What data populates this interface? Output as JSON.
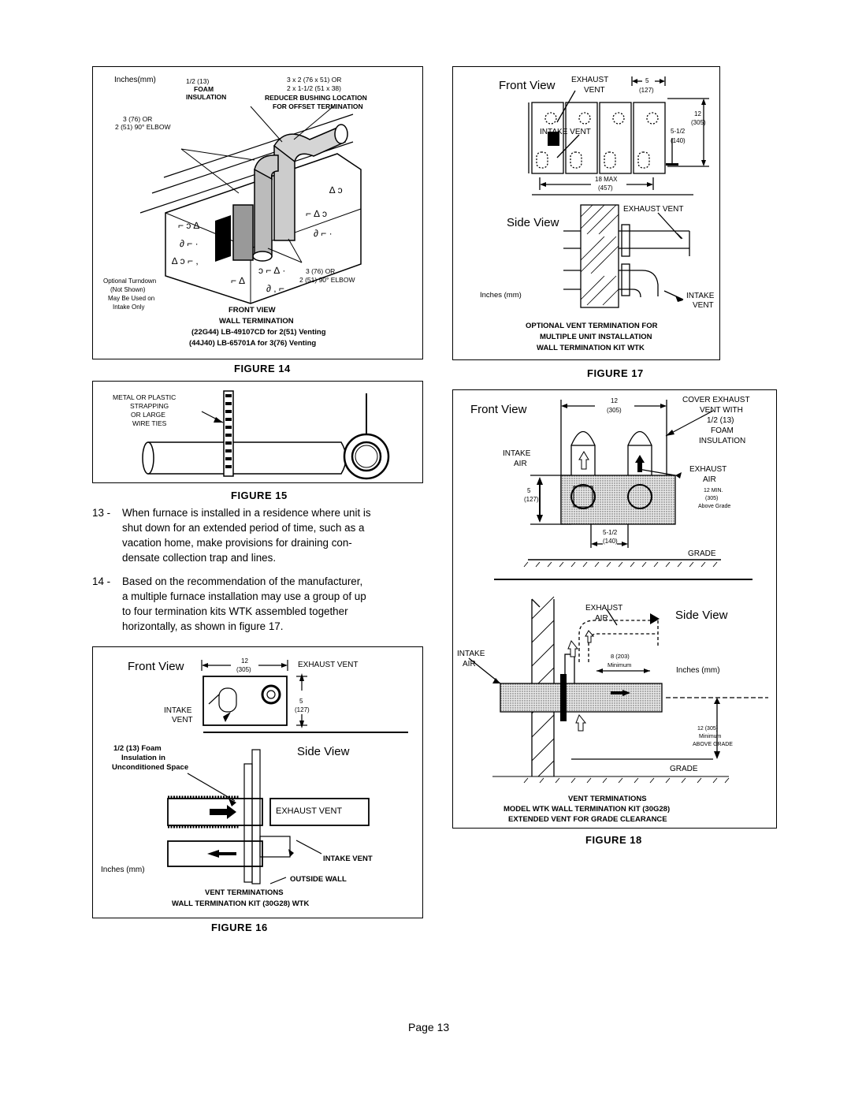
{
  "figure14": {
    "inches_mm": "Inches(mm)",
    "foam_1": "1/2 (13)",
    "foam_2": "FOAM",
    "foam_3": "INSULATION",
    "reducer_1": "3 x 2 (76 x 51) OR",
    "reducer_2": "2 x 1-1/2 (51 x 38)",
    "reducer_3": "REDUCER BUSHING LOCATION",
    "reducer_4": "FOR OFFSET TERMINATION",
    "elbow_top_1": "3 (76) OR",
    "elbow_top_2": "2 (51) 90° ELBOW",
    "elbow_bot_1": "3 (76) OR",
    "elbow_bot_2": "2 (51) 90° ELBOW",
    "turndown_1": "Optional Turndown",
    "turndown_2": "(Not Shown)",
    "turndown_3": "May Be Used on",
    "turndown_4": "Intake Only",
    "front_view": "FRONT VIEW",
    "wall_term": "WALL TERMINATION",
    "venting_1": "(22G44) LB-49107CD for 2(51) Venting",
    "venting_2": "(44J40) LB-65701A for 3(76) Venting",
    "caption": "FIGURE 14"
  },
  "figure15": {
    "label_1": "METAL OR PLASTIC",
    "label_2": "STRAPPING",
    "label_3": "OR LARGE",
    "label_4": "WIRE TIES",
    "caption": "FIGURE 15"
  },
  "paragraphs": {
    "p13_num": "13 -",
    "p13_l1": "When furnace is installed in a residence where unit is",
    "p13_l2": "shut down for an extended period of time, such as a",
    "p13_l3": "vacation home, make provisions for draining con-",
    "p13_l4": "densate collection trap and lines.",
    "p14_num": "14 -",
    "p14_l1": "Based on the recommendation of the manufacturer,",
    "p14_l2": "a multiple furnace installation may use a group of up",
    "p14_l3": "to four termination kits WTK assembled together",
    "p14_l4": "horizontally, as shown in figure 17."
  },
  "figure16": {
    "front_view": "Front View",
    "dim_12": "12",
    "dim_305": "(305)",
    "exhaust_vent": "EXHAUST VENT",
    "intake_1": "INTAKE",
    "intake_2": "VENT",
    "dim_5": "5",
    "dim_127": "(127)",
    "foam_1": "1/2 (13) Foam",
    "foam_2": "Insulation in",
    "foam_3": "Unconditioned Space",
    "side_view": "Side View",
    "exhaust_box": "EXHAUST VENT",
    "intake_vent": "INTAKE VENT",
    "inches_mm": "Inches (mm)",
    "outside_wall": "OUTSIDE WALL",
    "vent_term": "VENT TERMINATIONS",
    "wall_kit": "WALL TERMINATION KIT (30G28) WTK",
    "caption": "FIGURE 16"
  },
  "figure17": {
    "front_view": "Front View",
    "exhaust_1": "EXHAUST",
    "exhaust_2": "VENT",
    "dim_5": "5",
    "dim_127": "(127)",
    "intake_vent": "INTAKE VENT",
    "dim_12": "12",
    "dim_305": "(305)",
    "dim_512": "5-1/2",
    "dim_140": "(140)",
    "dim_18max": "18 MAX",
    "dim_457": "(457)",
    "side_view": "Side View",
    "exhaust_vent": "EXHAUST VENT",
    "inches_mm": "Inches (mm)",
    "intake_1": "INTAKE",
    "intake_2": "VENT",
    "opt_1": "OPTIONAL VENT TERMINATION FOR",
    "opt_2": "MULTIPLE UNIT INSTALLATION",
    "opt_3": "WALL TERMINATION KIT WTK",
    "caption": "FIGURE 17"
  },
  "figure18": {
    "front_view": "Front View",
    "dim_12": "12",
    "dim_305": "(305)",
    "cover_1": "COVER EXHAUST",
    "cover_2": "VENT WITH",
    "cover_3": "1/2 (13)",
    "cover_4": "FOAM",
    "cover_5": "INSULATION",
    "intake_1": "INTAKE",
    "intake_2": "AIR",
    "exhaust_1": "EXHAUST",
    "exhaust_2": "AIR",
    "min_1": "12 MIN.",
    "min_2": "(305)",
    "min_3": "Above Grade",
    "dim_5": "5",
    "dim_127": "(127)",
    "dim_512": "5-1/2",
    "dim_140": "(140)",
    "grade_top": "GRADE",
    "exhaust_air_1": "EXHAUST",
    "exhaust_air_2": "AIR",
    "side_view": "Side View",
    "intake_air_1": "INTAKE",
    "intake_air_2": "AIR",
    "dim_8": "8 (203)",
    "minimum": "Minimum",
    "inches_mm": "Inches (mm)",
    "dim_12b": "12 (305)",
    "minimum_b": "Minimum",
    "above_grade": "ABOVE GRADE",
    "grade_bot": "GRADE",
    "vt_1": "VENT TERMINATIONS",
    "vt_2": "MODEL WTK WALL TERMINATION KIT (30G28)",
    "vt_3": "EXTENDED VENT FOR GRADE CLEARANCE",
    "caption": "FIGURE 18"
  },
  "page_number": "Page 13"
}
